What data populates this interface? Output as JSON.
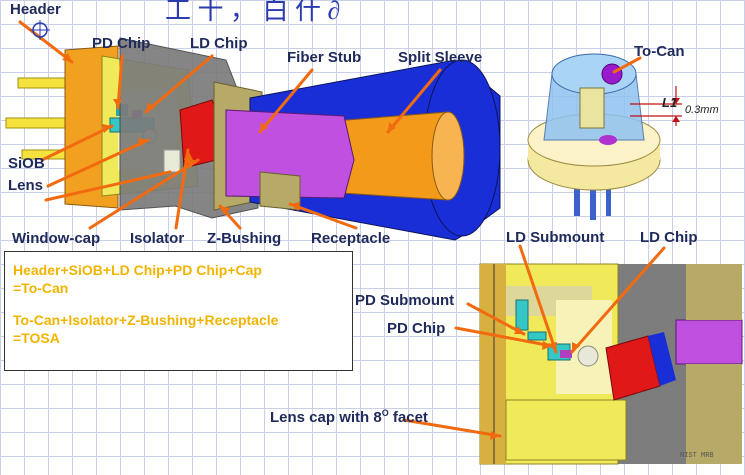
{
  "title_fragment": "工 十 ， 白 什 ∂",
  "labels": {
    "header": "Header",
    "pd_chip": "PD Chip",
    "ld_chip": "LD Chip",
    "fiber_stub": "Fiber Stub",
    "split_sleeve": "Split Sleeve",
    "to_can": "To-Can",
    "siob": "SiOB",
    "lens": "Lens",
    "window_cap": "Window-cap",
    "isolator": "Isolator",
    "z_bushing": "Z-Bushing",
    "receptacle": "Receptacle",
    "l1": "L1",
    "l1_value": "0.3mm",
    "ld_submount": "LD Submount",
    "ld_chip_2": "LD Chip",
    "pd_submount": "PD Submount",
    "pd_chip_2": "PD Chip",
    "lens_cap_prefix": "Lens cap with 8",
    "lens_cap_sup": "O",
    "lens_cap_suffix": " facet",
    "detail_tag": "NIST MRB"
  },
  "info_box": {
    "line1": "Header+SiOB+LD Chip+PD Chip+Cap",
    "line2": "=To-Can",
    "line3": "To-Can+Isolator+Z-Bushing+Receptacle",
    "line4": "=TOSA"
  },
  "colors": {
    "arrow": "#f26a10",
    "label": "#1f2a5a",
    "text_box": "#f2b400",
    "header_orange": "#f2a020",
    "sleeve_orange": "#f39a1a",
    "receptacle_blue": "#1a2ed8",
    "stub_purple": "#c050e0",
    "isolator_red": "#e01818",
    "can_yellow": "#f0ea5a",
    "housing_gray": "#777777",
    "khaki": "#b7a967"
  }
}
